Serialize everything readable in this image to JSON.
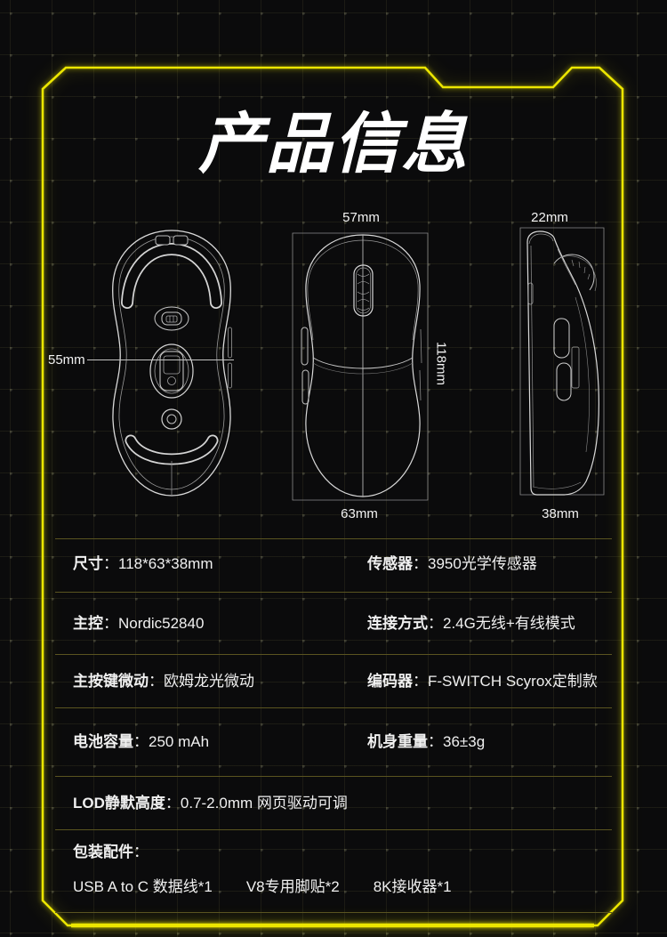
{
  "page": {
    "title": "产品信息"
  },
  "diagrams": {
    "bottom_view": {
      "name": "mouse-bottom-view",
      "dim_width": "55mm"
    },
    "top_view": {
      "name": "mouse-top-view",
      "dim_top": "57mm",
      "dim_height": "118mm",
      "dim_bottom": "63mm"
    },
    "side_view": {
      "name": "mouse-side-view",
      "dim_top": "22mm",
      "dim_bottom": "38mm"
    }
  },
  "specs": {
    "separator": "：",
    "rows": [
      {
        "left": {
          "label": "尺寸",
          "value": "118*63*38mm"
        },
        "right": {
          "label": "传感器",
          "value": "3950光学传感器"
        }
      },
      {
        "left": {
          "label": "主控",
          "value": "Nordic52840"
        },
        "right": {
          "label": "连接方式",
          "value": "2.4G无线+有线模式"
        }
      },
      {
        "left": {
          "label": "主按键微动",
          "value": "欧姆龙光微动"
        },
        "right": {
          "label": "编码器",
          "value": "F-SWITCH Scyrox定制款"
        }
      },
      {
        "left": {
          "label": "电池容量",
          "value": "250 mAh"
        },
        "right": {
          "label": "机身重量",
          "value": "36±3g"
        }
      }
    ],
    "lod": {
      "label": "LOD静默高度",
      "value": "0.7-2.0mm 网页驱动可调"
    },
    "accessories": {
      "label": "包装配件",
      "items": [
        "USB A to C 数据线*1",
        "V8专用脚贴*2",
        "8K接收器*1"
      ]
    }
  },
  "colors": {
    "frame": "#ece600",
    "divider": "#5a5420",
    "text": "#f0f0f0",
    "line_art": "#d5d5d5",
    "background": "#0b0b0c"
  }
}
